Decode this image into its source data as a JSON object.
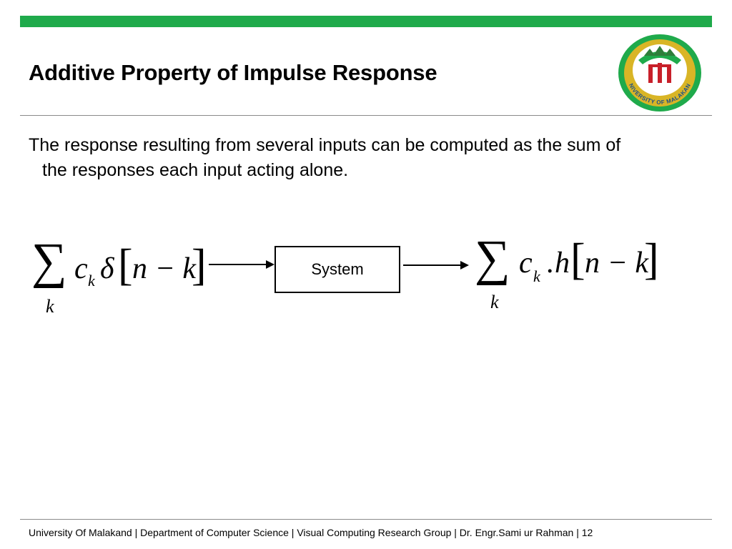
{
  "slide": {
    "title": "Additive Property of Impulse Response",
    "bullet_line1": "The response resulting from several inputs can be computed as the sum of",
    "bullet_line2": "the responses each input acting alone.",
    "logo_text": "UNIVERSITY OF MALAKAND"
  },
  "diagram": {
    "input_expr": {
      "sum": "∑",
      "index": "k",
      "coef": "c",
      "coef_sub": "k",
      "func": "δ",
      "lbracket": "[",
      "arg": "n − k",
      "rbracket": "]"
    },
    "system_label": "System",
    "output_expr": {
      "sum": "∑",
      "index": "k",
      "coef": "c",
      "coef_sub": "k",
      "dot": ".",
      "func": "h",
      "lbracket": "[",
      "arg": "n − k",
      "rbracket": "]"
    }
  },
  "footer": {
    "text": "University Of Malakand |  Department of Computer Science | Visual Computing Research Group | Dr. Engr.Sami ur Rahman  |  12"
  },
  "colors": {
    "accent_green": "#1faa4b",
    "logo_gold": "#d9b526",
    "logo_red": "#c8202a"
  }
}
